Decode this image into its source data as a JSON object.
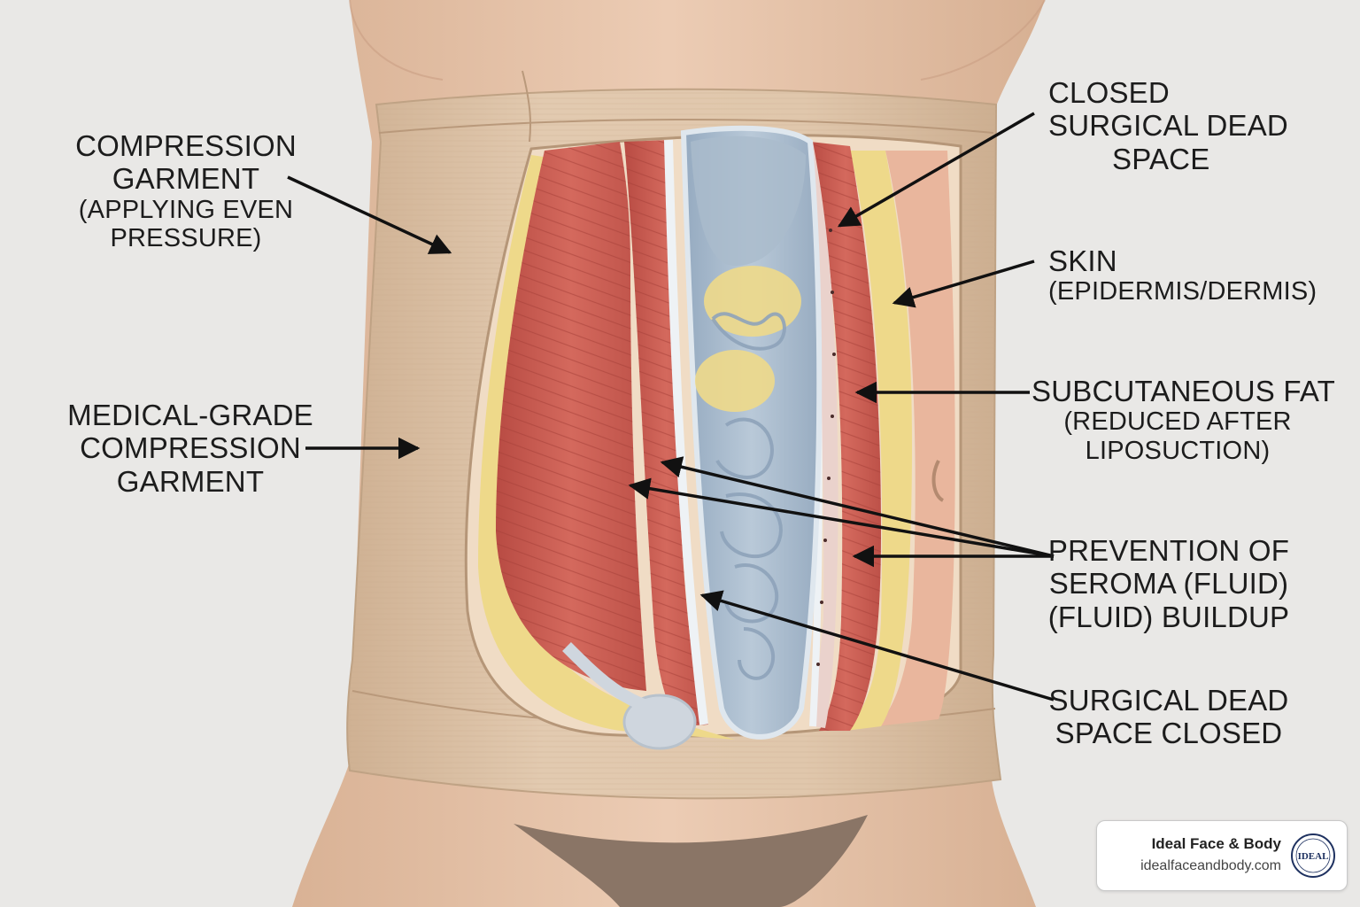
{
  "labels": {
    "compression_garment": {
      "line1": "COMPRESSION",
      "line2": "GARMENT",
      "line3": "(APPLYING EVEN",
      "line4": "PRESSURE)"
    },
    "medical_grade": {
      "line1": "MEDICAL-GRADE",
      "line2": "COMPRESSION",
      "line3": "GARMENT"
    },
    "closed_dead_space": {
      "line1": "CLOSED",
      "line2": "SURGICAL DEAD",
      "line3": "SPACE"
    },
    "skin": {
      "line1": "SKIN",
      "line2": "(EPIDERMIS/DERMIS)"
    },
    "subcutaneous_fat": {
      "line1": "SUBCUTANEOUS FAT",
      "line2": "(REDUCED AFTER",
      "line3": "LIPOSUCTION)"
    },
    "seroma": {
      "line1": "PREVENTION OF",
      "line2": "SEROMA (FLUID)",
      "line3": "(FLUID) BUILDUP"
    },
    "surgical_closed": {
      "line1": "SURGICAL DEAD",
      "line2": "SPACE CLOSED"
    }
  },
  "brand": {
    "name": "Ideal Face & Body",
    "url": "idealfaceandbody.com",
    "logo_text": "IDEAL"
  },
  "colors": {
    "background": "#e9e8e6",
    "skin": "#e2bfa5",
    "garment": "#dbc1a4",
    "muscle": "#c8564a",
    "fat": "#eed98a",
    "fascia": "#e6ecf0",
    "cavity": "#a9bccd",
    "arrow": "#111111",
    "brand_logo": "#1e3160"
  }
}
